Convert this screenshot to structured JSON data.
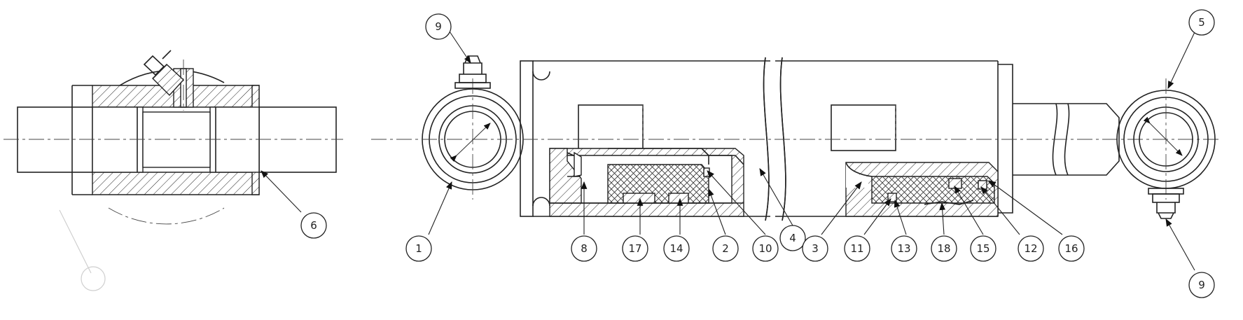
{
  "callouts": [
    {
      "id": "c9a",
      "label": "9"
    },
    {
      "id": "c6",
      "label": "6"
    },
    {
      "id": "c1",
      "label": "1"
    },
    {
      "id": "c8",
      "label": "8"
    },
    {
      "id": "c17",
      "label": "17"
    },
    {
      "id": "c14",
      "label": "14"
    },
    {
      "id": "c2",
      "label": "2"
    },
    {
      "id": "c10",
      "label": "10"
    },
    {
      "id": "c4",
      "label": "4"
    },
    {
      "id": "c3",
      "label": "3"
    },
    {
      "id": "c11",
      "label": "11"
    },
    {
      "id": "c13",
      "label": "13"
    },
    {
      "id": "c18",
      "label": "18"
    },
    {
      "id": "c15",
      "label": "15"
    },
    {
      "id": "c12",
      "label": "12"
    },
    {
      "id": "c16",
      "label": "16"
    },
    {
      "id": "c5",
      "label": "5"
    },
    {
      "id": "c9b",
      "label": "9"
    }
  ],
  "colors": {
    "line": "#222222",
    "background": "#ffffff"
  }
}
